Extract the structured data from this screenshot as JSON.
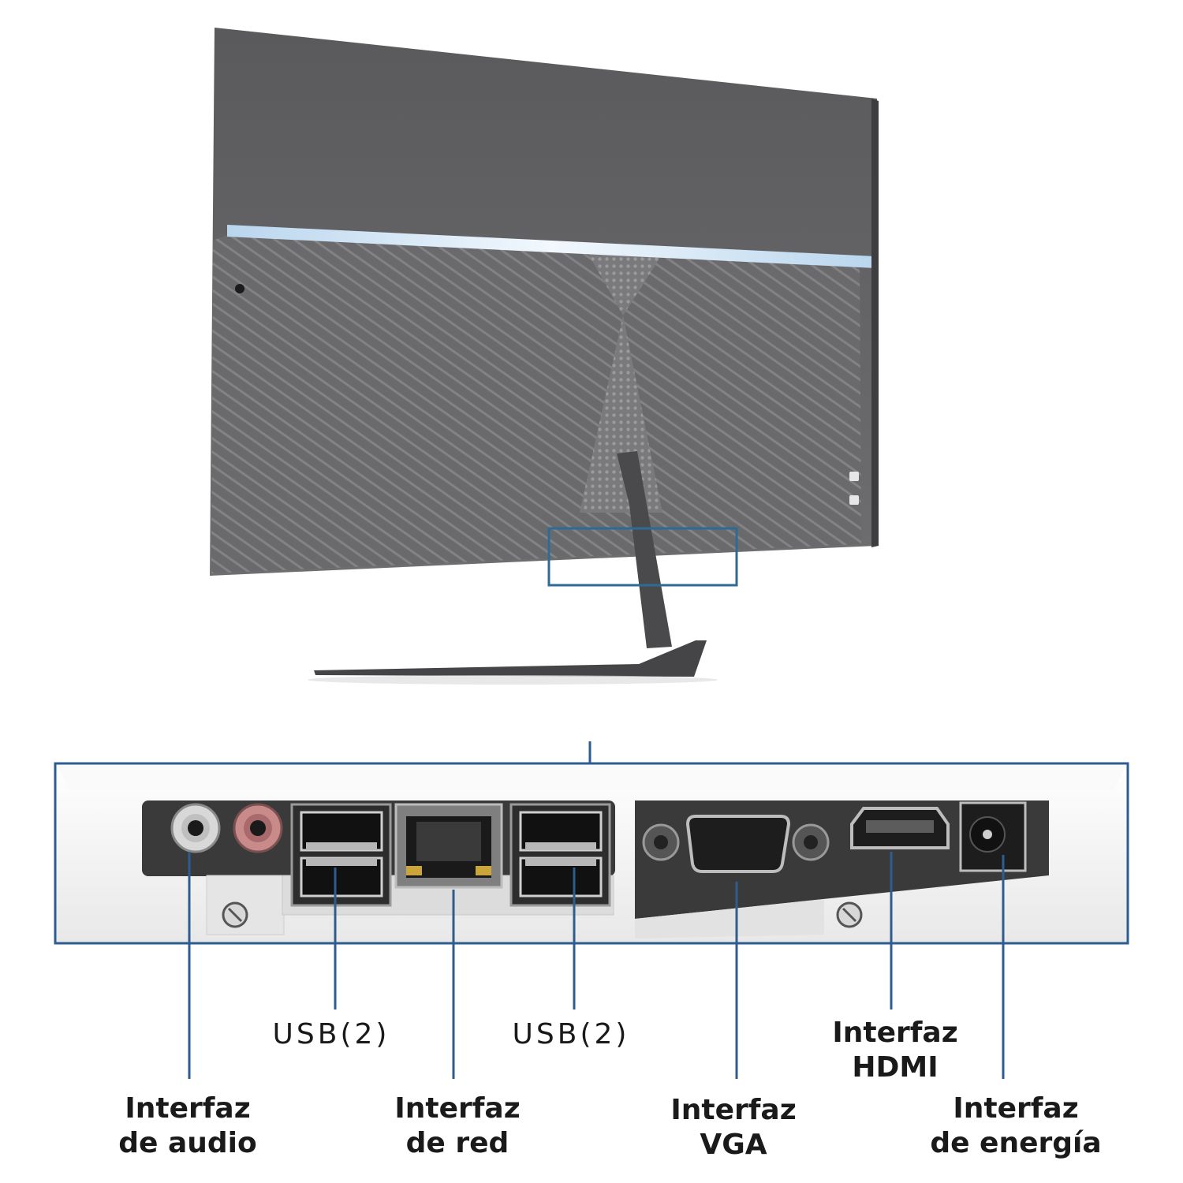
{
  "colors": {
    "accent_line": "#2e5c8f",
    "panel_dark": "#5d5d5f",
    "panel_mid": "#6c6c6e",
    "led_strip": "#c9e0f2",
    "stand": "#4a4a4c",
    "port_panel_bg": "#f4f4f4"
  },
  "labels": {
    "audio": {
      "line1": "Interfaz",
      "line2": "de audio"
    },
    "usb1": {
      "line1": "USB(2)"
    },
    "network": {
      "line1": "Interfaz",
      "line2": "de red"
    },
    "usb2": {
      "line1": "USB(2)"
    },
    "vga": {
      "line1": "Interfaz",
      "line2": "VGA"
    },
    "hdmi": {
      "line1": "Interfaz",
      "line2": "HDMI"
    },
    "power": {
      "line1": "Interfaz",
      "line2": "de energía"
    }
  }
}
